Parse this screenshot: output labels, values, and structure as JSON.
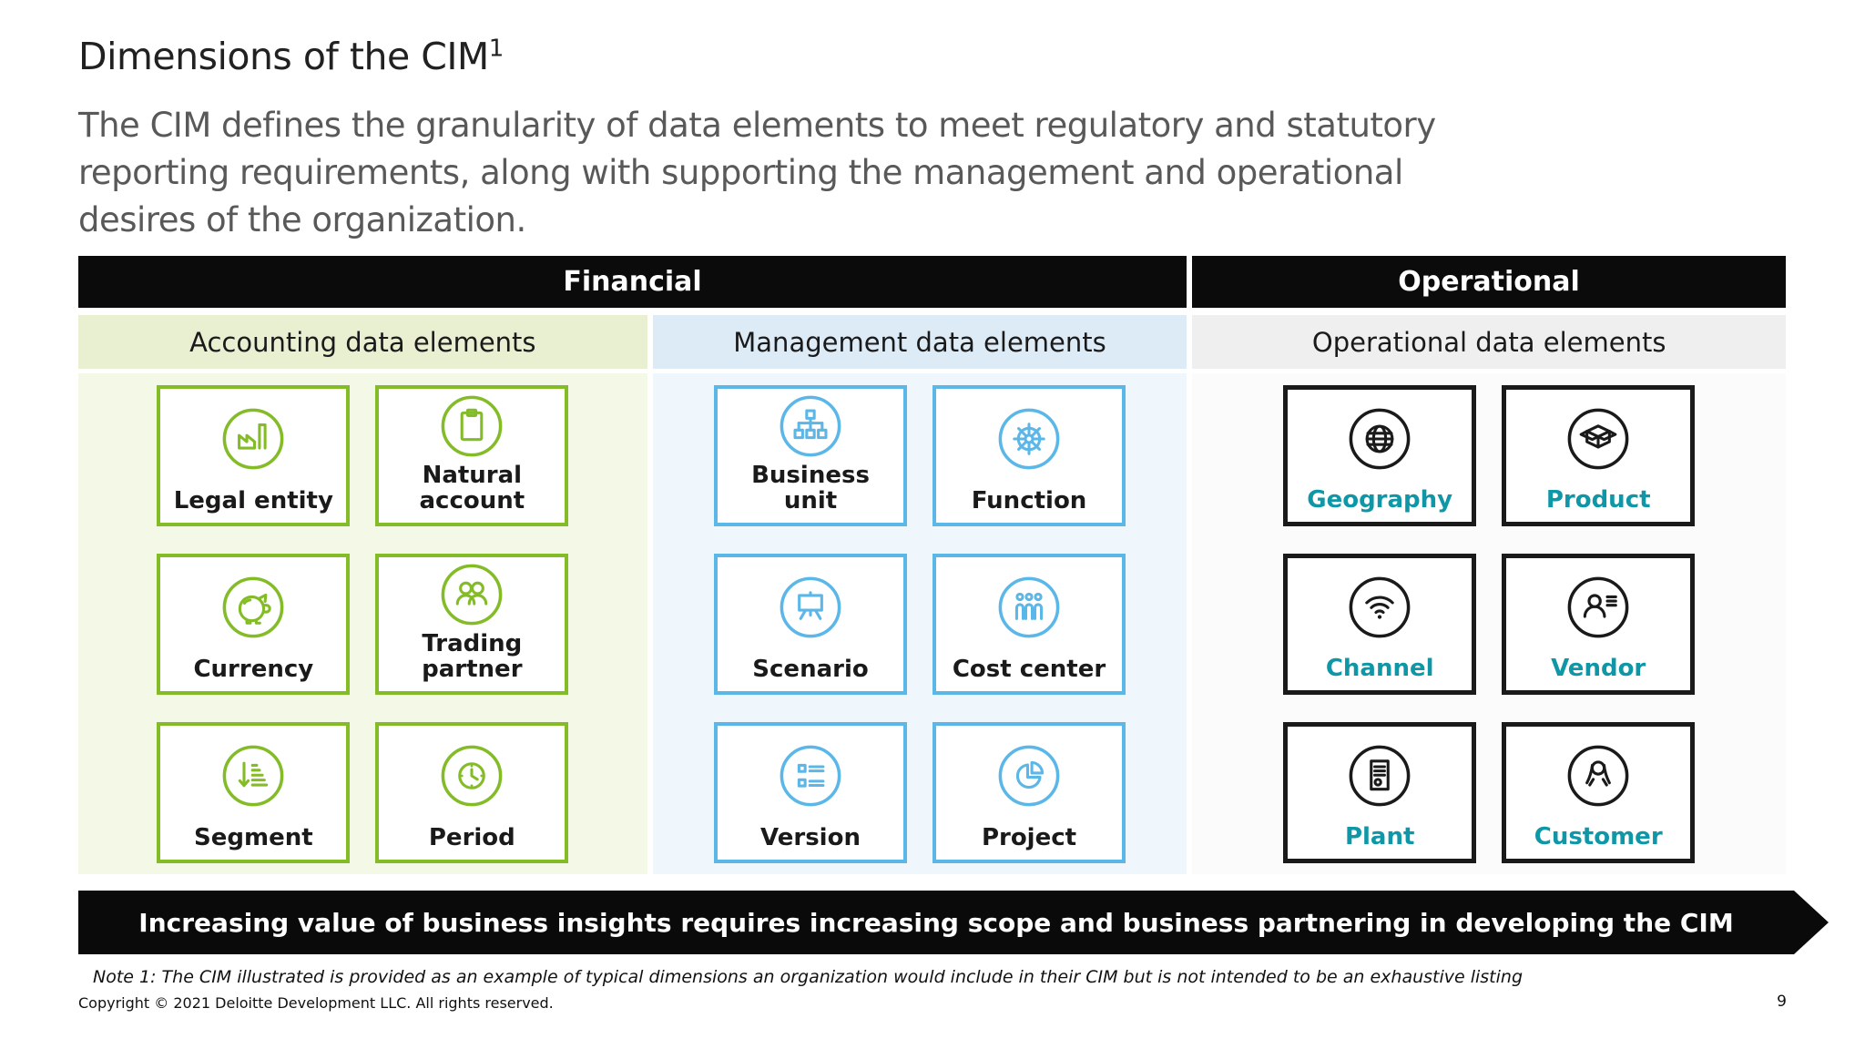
{
  "slide": {
    "title": "Dimensions of the CIM",
    "title_superscript": "1",
    "subtitle_lines": [
      "The CIM defines the granularity of data elements to meet regulatory and statutory",
      "reporting requirements, along with supporting the management and operational",
      "desires of the organization."
    ],
    "banner": "Increasing value of business insights requires increasing scope and business partnering in developing the CIM",
    "note": "Note 1: The CIM illustrated is provided as an example of typical dimensions an organization would include in their CIM but is not intended to be an exhaustive listing",
    "copyright": "Copyright © 2021 Deloitte Development LLC. All rights reserved.",
    "page_number": "9"
  },
  "groups": [
    {
      "label": "Financial",
      "bg": "#0B0B0B",
      "text_color": "#FFFFFF"
    },
    {
      "label": "Operational",
      "bg": "#0B0B0B",
      "text_color": "#FFFFFF"
    }
  ],
  "columns": [
    {
      "header": "Accounting data elements",
      "group": "Financial",
      "accent": "#84BC28",
      "icon_color": "#84BC28",
      "label_color": "#1A1A1A",
      "header_bg": "#E9F0D2",
      "body_bg": "#F4F8E6",
      "tiles": [
        {
          "label": "Legal entity",
          "icon": "factory"
        },
        {
          "label": "Natural account",
          "icon": "clipboard"
        },
        {
          "label": "Currency",
          "icon": "piggy-bank"
        },
        {
          "label": "Trading partner",
          "icon": "people-pair"
        },
        {
          "label": "Segment",
          "icon": "descending-bars-arrow"
        },
        {
          "label": "Period",
          "icon": "clock"
        }
      ]
    },
    {
      "header": "Management data elements",
      "group": "Financial",
      "accent": "#5BB7E8",
      "icon_color": "#5BB7E8",
      "label_color": "#1A1A1A",
      "header_bg": "#DDEBF7",
      "body_bg": "#EFF6FC",
      "tiles": [
        {
          "label": "Business unit",
          "icon": "org-chart"
        },
        {
          "label": "Function",
          "icon": "ship-wheel"
        },
        {
          "label": "Scenario",
          "icon": "easel"
        },
        {
          "label": "Cost center",
          "icon": "people-trio"
        },
        {
          "label": "Version",
          "icon": "checklist"
        },
        {
          "label": "Project",
          "icon": "pie-chart"
        }
      ]
    },
    {
      "header": "Operational data elements",
      "group": "Operational",
      "accent": "#1A1A1A",
      "icon_color": "#1A1A1A",
      "label_color": "#0F97A7",
      "header_bg": "#EFEFEF",
      "body_bg": "#FBFBFB",
      "tiles": [
        {
          "label": "Geography",
          "icon": "globe"
        },
        {
          "label": "Product",
          "icon": "open-box"
        },
        {
          "label": "Channel",
          "icon": "wifi"
        },
        {
          "label": "Vendor",
          "icon": "person-notes"
        },
        {
          "label": "Plant",
          "icon": "certificate"
        },
        {
          "label": "Customer",
          "icon": "person-female"
        }
      ]
    }
  ]
}
